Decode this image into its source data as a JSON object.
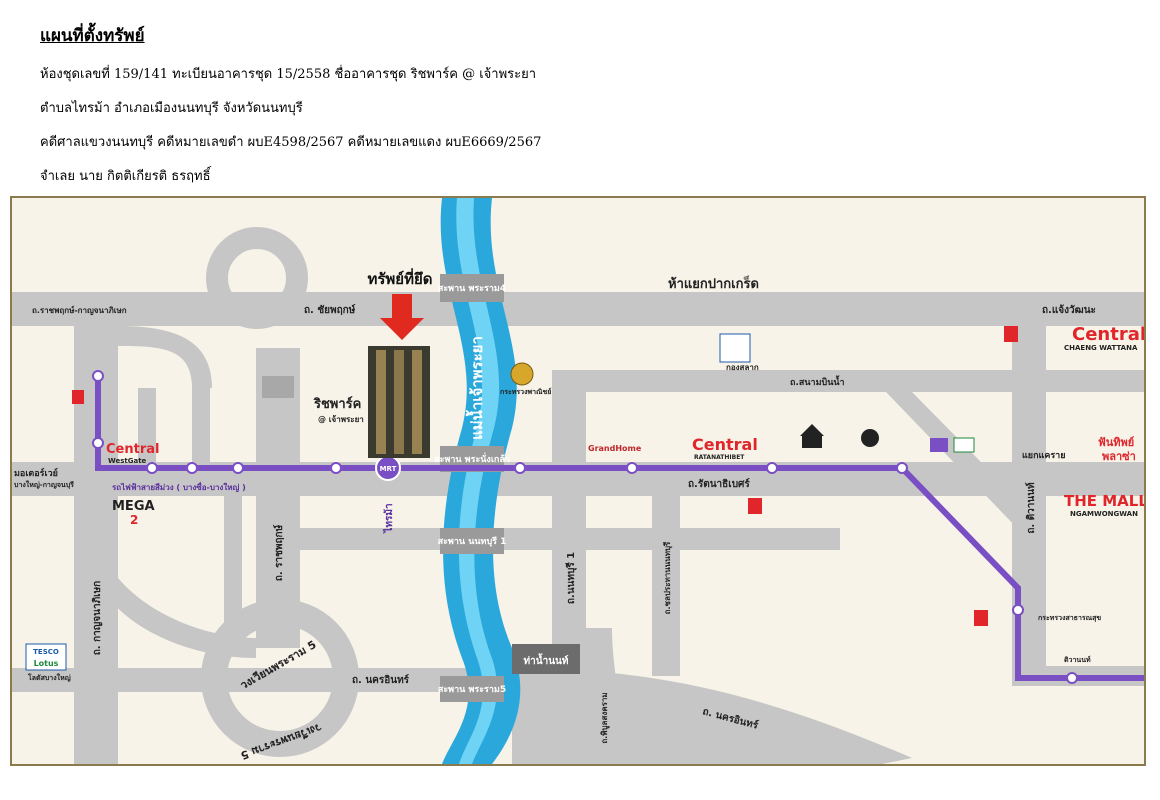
{
  "header": {
    "title": "แผนที่ตั้งทรัพย์",
    "line1": "ห้องชุดเลขที่ 159/141 ทะเบียนอาคารชุด 15/2558 ชื่ออาคารชุด ริชพาร์ค @ เจ้าพระยา",
    "line2": "ตำบลไทรม้า อำเภอเมืองนนทบุรี จังหวัดนนทบุรี",
    "line3": "คดีศาลแขวงนนทบุรี คดีหมายเลขดำ ผบE4598/2567 คดีหมายเลขแดง ผบE6669/2567",
    "line4": "จำเลย นาย กิตติเกียรติ ธรฤทธิ์"
  },
  "map": {
    "colors": {
      "background": "#f7f3e8",
      "road": "#c6c6c6",
      "river": "#2aa8dc",
      "bridge": "#9a9a9a",
      "rail": "#7b4fc4",
      "arrow": "#e02a1f",
      "central": "#e0262b",
      "frame": "#8b7a4b"
    },
    "labels": {
      "property_marker": "ทรัพย์ที่ยึด",
      "junction_pak_kret": "ห้าแยกปากเกร็ด",
      "road_chaiyaphruek": "ถ. ชัยพฤกษ์",
      "road_ratchaphruek_kanchana": "ถ.ราชพฤกษ์-กาญจนาภิเษก",
      "road_chaeng_wattana": "ถ.แจ้งวัฒนะ",
      "bridge_4": "สะพาน พระราม4",
      "bridge_phra_nang_klao": "สะพาน พระนั่งเกล้า",
      "bridge_nonthaburi_1": "สะพาน นนทบุรี 1",
      "bridge_rama_5": "สะพาน พระราม5",
      "river_name": "แม่น้ำเจ้าพระยา",
      "condo_name": "ริชพาร์ค",
      "condo_sub": "@ เจ้าพระยา",
      "mrt": "MRT",
      "station_sai_ma": "ไทรม้า",
      "purple_line": "รถไฟฟ้าสายสีม่วง ( บางซื่อ-บางใหญ่ )",
      "central_westgate": "Central",
      "westgate_sub": "WestGate",
      "mega": "MEGA",
      "mega_num": "2",
      "kanchanaphisek": "ถ. กาญจนาภิเษก",
      "ratchaphruek": "ถ. ราชพฤกษ์",
      "motorway": "มอเตอร์เวย์",
      "motorway_sub": "บางใหญ่-กาญจนบุรี",
      "rattanathibet": "ถ.รัตนาธิเบศร์",
      "central_rattanathibet": "Central",
      "rattanathibet_sub": "RATANATHIBET",
      "grandhome": "GrandHome",
      "sanambinnam": "ถ.สนามบินน้ำ",
      "central_chaeng": "Central",
      "chaeng_sub": "CHAENG WATTANA",
      "fashion": "ฟันทิพย์",
      "fashion2": "พลาซ่า",
      "khae_rai": "แยกแคราย",
      "the_mall": "THE MALL",
      "the_mall_sub": "NGAMWONGWAN",
      "tiwanon": "ถ. ติวานนท์",
      "nonthaburi1": "ถ.นนทบุรี 1",
      "samakkhi": "ถ.ชลประทานนนทบุรี",
      "tha_nam_non": "ท่าน้ำนนท์",
      "nakhon_in": "ถ. นครอินทร์",
      "nakhon_in2": "ถ. นครอินทร์",
      "phibun": "ถ.พิบูลสงคราม",
      "rama5_circle": "วงเวียนพระราม 5",
      "rama5_circle2": "วงเวียนพระราม 5",
      "tesco": "TESCO",
      "lotus": "Lotus",
      "tesco_sub": "โลตัสบางใหญ่",
      "kongsalak": "กองสลาก",
      "ministry": "กระทรวงพาณิชย์",
      "tiwanon_station": "ติวานนท์",
      "ministry_health": "กระทรวงสาธารณสุข"
    }
  }
}
